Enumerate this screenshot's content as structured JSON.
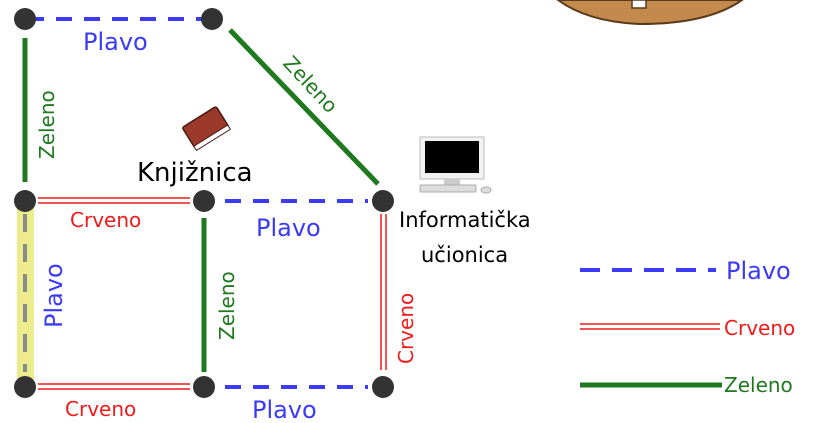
{
  "colors": {
    "blue": "#3b3bf5",
    "red": "#f01a1a",
    "green": "#1f7a1f",
    "node": "#333333",
    "highlight": "#ecec8c",
    "highlight_dash": "#8a8a8a",
    "book": "#9b3a2a",
    "mascot": "#c4894c"
  },
  "places": {
    "library": "Knjižnica",
    "computer_room_line1": "Informatička",
    "computer_room_line2": "učionica"
  },
  "edges": {
    "top": "Plavo",
    "left_upper": "Zeleno",
    "diagonal": "Zeleno",
    "middle_left": "Crveno",
    "middle_right": "Plavo",
    "left_lower": "Plavo",
    "center_vertical": "Zeleno",
    "right_vertical": "Crveno",
    "bottom_left": "Crveno",
    "bottom_right": "Plavo"
  },
  "legend": {
    "blue": "Plavo",
    "red": "Crveno",
    "green": "Zeleno"
  },
  "icons": {
    "book": "book-icon",
    "computer": "computer-icon",
    "mascot": "beaver-mascot-icon"
  }
}
